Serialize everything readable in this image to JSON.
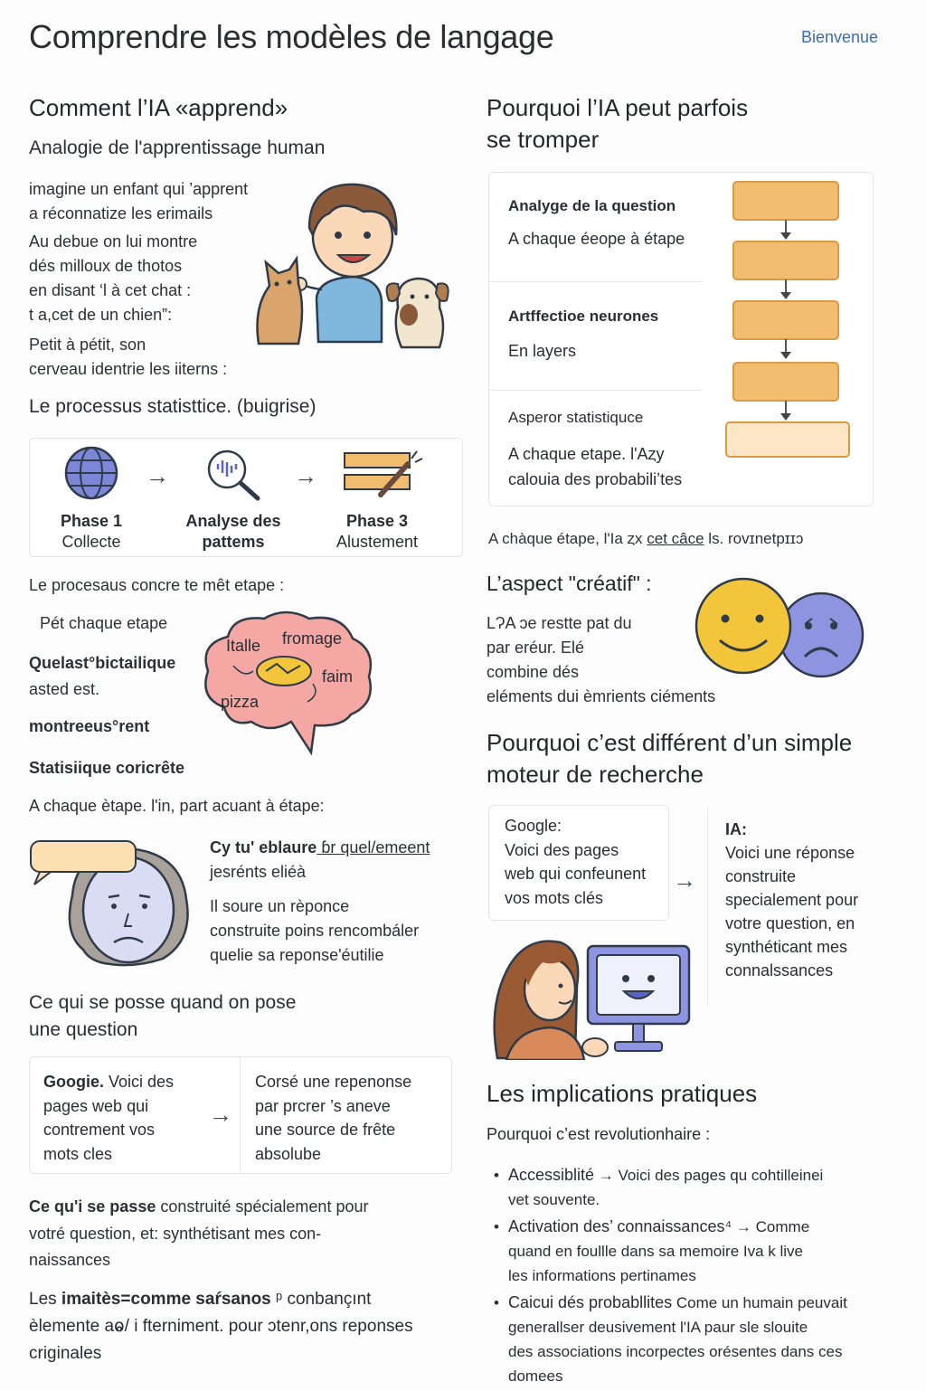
{
  "header": {
    "title": "Comprendre les modèles de langage",
    "nav_link": "Bienvenue"
  },
  "left": {
    "learn": {
      "title": "Comment l’IA «apprend»",
      "subtitle": "Analogie de l'apprentissage human",
      "para1": [
        "imagine un enfant qui ’apprent",
        "a réconnatize les erimails"
      ],
      "para2": [
        "Au debue on lui montre",
        "dés milloux de thotos",
        "en disant ‘l à cet chat :",
        "t a,cet de un chien”:"
      ],
      "para3": [
        "Petit à pétit, son",
        "cerveau identrie les iiterns :"
      ]
    },
    "stat": {
      "title": "Le processus statisttice. (buigrise)",
      "phases": [
        {
          "bold": "Phase 1",
          "normal": "Collecte"
        },
        {
          "bold": "Analyse des",
          "normal": "pattems"
        },
        {
          "bold": "Phase 3",
          "normal": "Alustement"
        }
      ]
    },
    "concrete": {
      "intro": "Le procesaus concre te mêt etape :",
      "item1": "Pét chaque etape",
      "item2_bold": "Quelast°bictailique",
      "item2": "asted est.",
      "item3": "montreeus°rent",
      "item4": "Statisiique coricrête",
      "brain_words": [
        "Italle",
        "fromage",
        "faim",
        "pizza"
      ]
    },
    "each_step": "A  chaque ètape. l'in, part acuant à étape:",
    "confused": {
      "line1_bold": "Cy tu' eblaure",
      "line1": " ɓr quel/emeent",
      "line2": "jesrénts eliéà",
      "para": [
        "Il soure un rèponce",
        "construite poins rencombáler",
        "quelie sa reponse'éutilie"
      ]
    },
    "question": {
      "title": [
        "Ce qui se posse quand on pose",
        "une question"
      ],
      "card_left_bold": "Goo­gie.",
      "card_left": [
        " Voici des",
        "pages web qui",
        "contrement  vos",
        "mots cles"
      ],
      "card_right": [
        "Corsé une repenonse",
        "par prcrer ’s aneve",
        "une source de frête",
        "absolube"
      ]
    },
    "passe": {
      "bold": "Ce qu'i se passe",
      "rest": " construité spécialement pour",
      "lines": [
        "votré question, et: synthétisant mes con-",
        "naissances"
      ]
    },
    "limits": {
      "a": "Les ",
      "b_bold": "imaitès=comme saŕsanos",
      "c": " ᵖ conbançınt",
      "lines": [
        "èlemente aⱺ/ i fterniment. pour ɔtenr,ons reponses",
        "criginales"
      ]
    }
  },
  "right": {
    "wrong": {
      "title": [
        "Pourquoi l’IA peut parfois",
        "se tromper"
      ],
      "blocks": [
        {
          "bold": "Analyge de la question",
          "text": "A chaque éeope à étape"
        },
        {
          "bold": "Artffectioe neurones",
          "text": "En layers"
        },
        {
          "bold": "Asperor statistiquce",
          "text": "A chaque etape. l'Aȥy",
          "text2": "calouia des probabiliʼtes"
        }
      ],
      "footer_a": "A chàque étape, l'Ia ȥx ",
      "footer_u": "cet câce",
      "footer_b": " ls. rovɪnetpɪɪɔ"
    },
    "creative": {
      "title": "L’aspect \"créatif\" :",
      "lines": [
        "LɁA ɔe restte pat du",
        "par eréur. Elé",
        "combine dés",
        "eléments dui èmrients ciéments"
      ]
    },
    "search": {
      "title": [
        "Pourquoi c’est différent d’un simple",
        "moteur de recherche"
      ],
      "google_label": "Google:",
      "google_text": [
        "Voici des pages",
        "web qui confeunent",
        "vos mots clés"
      ],
      "ia_label": "IA:",
      "ia_text": [
        "Voici une réponse",
        "construite",
        "specialement pour",
        "votre question, en",
        "synthéticant mes",
        "connalssances"
      ]
    },
    "impl": {
      "title": "Les implications pratiques",
      "subtitle": "Pourquoi c’est revolutionhaire :",
      "items": [
        {
          "bold": "Accessiblité",
          "rest": " → Voici des pages qu cohtilleinei",
          "line2": "vet souvente.",
          "line3": ""
        },
        {
          "bold": "Activation des’ connaissances⁴",
          "rest": " → Comme",
          "line2": "quand en foullle dans sa memoire  Iva k live",
          "line3": "les informations pertinames"
        },
        {
          "bold": "Caicui dés probabllites",
          "rest": " Come un humain peuvait",
          "line2": "generallser deusivement  l'IA paur sle slouite",
          "line3": "des associations incorpectes orésentes dans ces",
          "line4": "domees"
        }
      ]
    }
  },
  "colors": {
    "accent": "#3b6cb5",
    "flow_box": "#f2bd6e",
    "brain": "#f4a7a3",
    "smile": "#f3c53a",
    "sad": "#8f94e0"
  }
}
